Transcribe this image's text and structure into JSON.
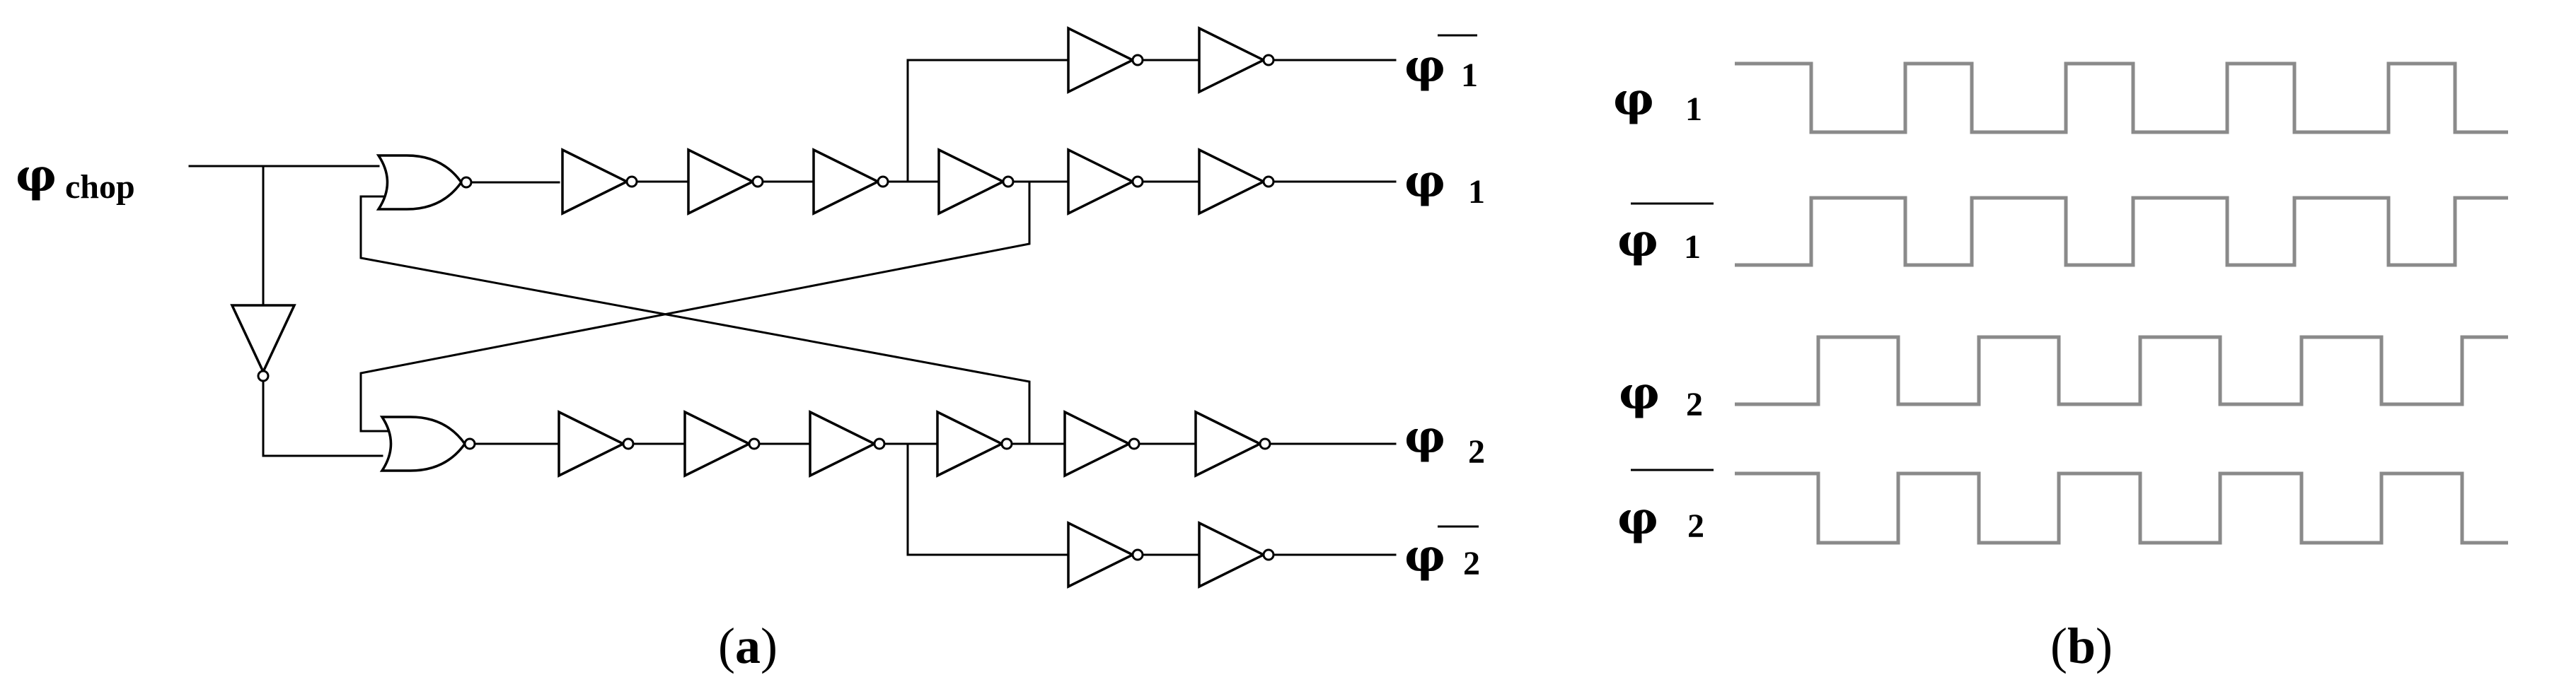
{
  "panel_a": {
    "caption_open": "(",
    "caption_letter": "a",
    "caption_close": ")",
    "input_label": {
      "symbol": "φ",
      "sub": "chop"
    },
    "outputs": [
      {
        "symbol": "φ",
        "sub": "1",
        "overbar": true
      },
      {
        "symbol": "φ",
        "sub": "1",
        "overbar": false
      },
      {
        "symbol": "φ",
        "sub": "2",
        "overbar": false
      },
      {
        "symbol": "φ",
        "sub": "2",
        "overbar": true
      }
    ]
  },
  "panel_b": {
    "caption_open": "(",
    "caption_letter": "b",
    "caption_close": ")",
    "signals": [
      {
        "symbol": "φ",
        "sub": "1",
        "overbar": false
      },
      {
        "symbol": "φ",
        "sub": "1",
        "overbar": true
      },
      {
        "symbol": "φ",
        "sub": "2",
        "overbar": false
      },
      {
        "symbol": "φ",
        "sub": "2",
        "overbar": true
      }
    ]
  }
}
